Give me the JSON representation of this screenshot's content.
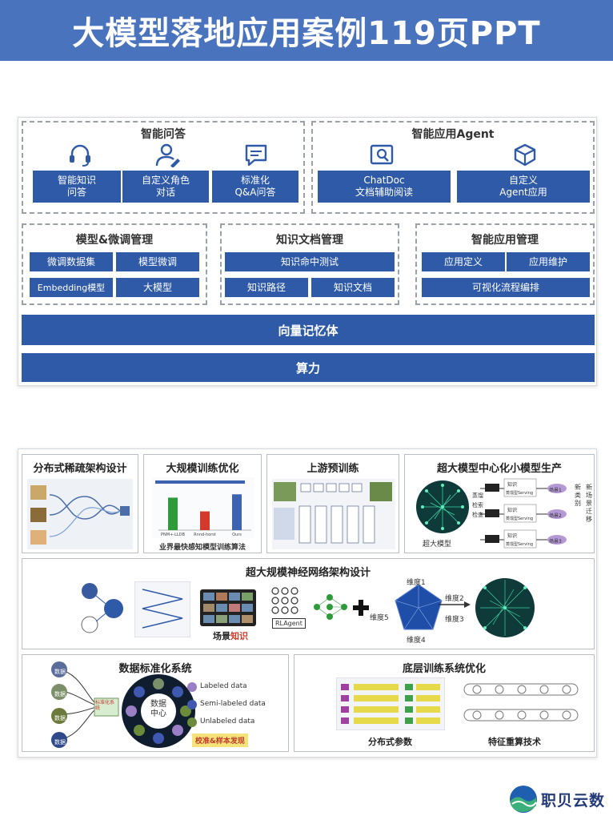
{
  "banner": {
    "title": "大模型落地应用案例119页PPT"
  },
  "arch": {
    "qa": {
      "title": "智能问答",
      "b1": "智能知识\n问答",
      "b2": "自定义角色\n对话",
      "b3": "标准化\nQ&A问答"
    },
    "agent": {
      "title": "智能应用Agent",
      "b1": "ChatDoc\n文档辅助阅读",
      "b2": "自定义\nAgent应用"
    },
    "model": {
      "title": "模型&微调管理",
      "b1": "微调数据集",
      "b2": "模型微调",
      "b3": "Embedding模型",
      "b4": "大模型"
    },
    "kdoc": {
      "title": "知识文档管理",
      "b1": "知识命中测试",
      "b2": "知识路径",
      "b3": "知识文档"
    },
    "appmgr": {
      "title": "智能应用管理",
      "b1": "应用定义",
      "b2": "应用维护",
      "b3": "可视化流程编排"
    },
    "memory": "向量记忆体",
    "compute": "算力"
  },
  "research": {
    "p1": {
      "title": "分布式稀疏架构设计"
    },
    "p2": {
      "title": "大规模训练优化",
      "caption": "业界最快感知模型训练算法",
      "x1": "PNM+-LLDB",
      "x2": "Rnnd-horst",
      "x3": "Ours",
      "bars": [
        0.78,
        0.45,
        0.86
      ]
    },
    "p3": {
      "title": "上游预训练"
    },
    "p4": {
      "title": "超大模型中心化小模型生产",
      "big": "超大模型",
      "s1": "场景1",
      "s2": "场景2",
      "s3": "场景3",
      "side1": "新类别",
      "side2": "新场景迁移",
      "k": "知识",
      "serve": "蒸馏型Serving",
      "d1": "蒸馏",
      "d2": "检索",
      "d3": "检查"
    },
    "p5": {
      "title": "超大规模神经网络架构设计",
      "scene": "场景",
      "know": "知识",
      "rl": "RLAgent",
      "w1": "维度1",
      "w2": "维度2",
      "w3": "维度3",
      "w4": "维度4",
      "w5": "维度5"
    },
    "p6": {
      "title": "数据标准化系统",
      "center": "数据\n中心",
      "l1": "Labeled data",
      "l2": "Semi-labeled data",
      "l3": "Unlabeled data",
      "check": "校准&样本发现",
      "src": "数据",
      "hub": "标准化系统",
      "c1": "#9b7fc6",
      "c2": "#3f58b0",
      "c3": "#6b8a3a"
    },
    "p7": {
      "title": "底层训练系统优化",
      "c1": "分布式参数",
      "c2": "特征重算技术"
    }
  },
  "logo": {
    "text": "职贝云数"
  }
}
